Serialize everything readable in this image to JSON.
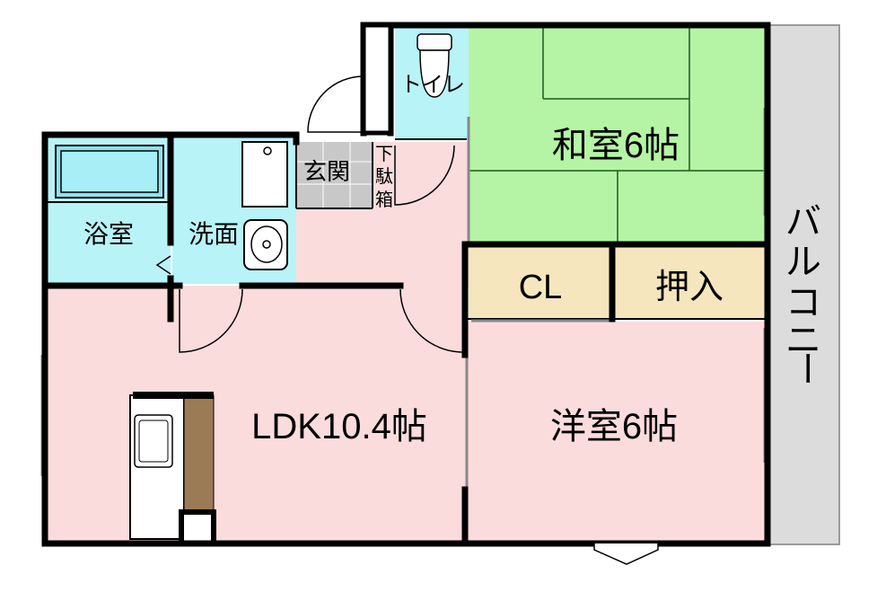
{
  "rooms": {
    "washitsu": "和室6帖",
    "yoshitsu": "洋室6帖",
    "ldk": "LDK10.4帖",
    "toilet": "トイレ",
    "bath": "浴室",
    "washroom": "洗面",
    "entrance": "玄関",
    "shoebox": [
      "下",
      "駄",
      "箱"
    ],
    "closet": "CL",
    "oshiire": "押入",
    "balcony": [
      "バ",
      "ル",
      "コ",
      "ニ",
      "ー"
    ]
  },
  "colors": {
    "wall": "#000000",
    "wet_area": "#b8f3f8",
    "washitsu": "#b5f4a5",
    "living": "#fbdcdc",
    "storage": "#f6e6bd",
    "balcony": "#dcdcdc",
    "entrance_tile": "#c8c8c8",
    "counter": "#9b7b56"
  }
}
